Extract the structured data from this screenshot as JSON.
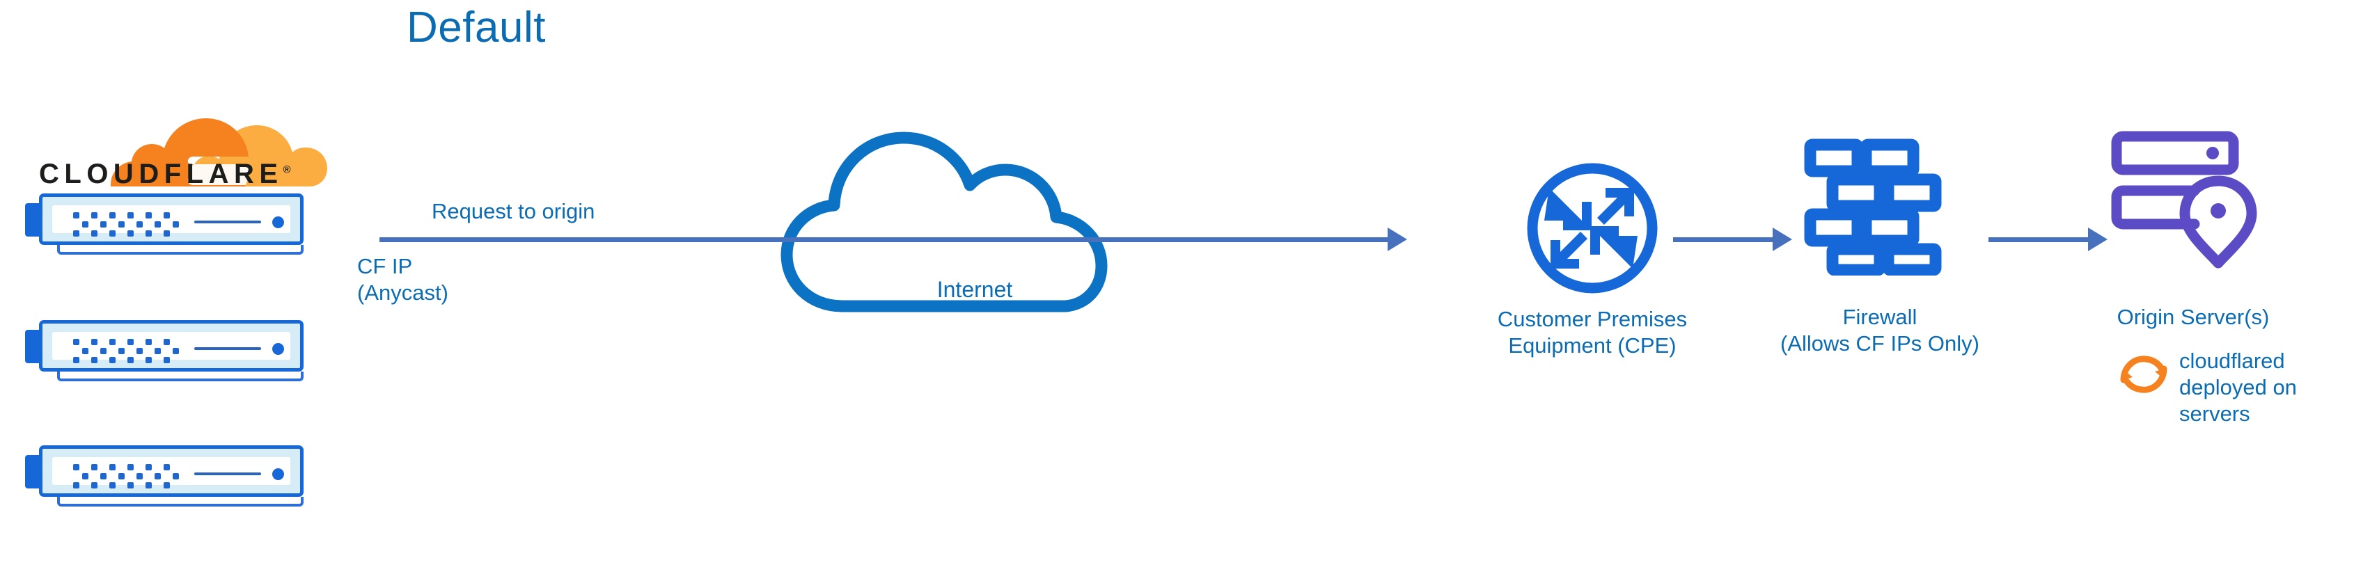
{
  "title": "Default",
  "brand": {
    "name": "CLOUDFLARE",
    "registered_mark": "®",
    "logo_color_primary": "#F6821F",
    "logo_color_secondary": "#FBAD41",
    "wordmark_color": "#1d1d1b"
  },
  "colors": {
    "label_blue": "#0b6cb4",
    "icon_blue": "#1668d8",
    "connector_blue": "#4771bd",
    "origin_purple": "#5b4bc4",
    "cloudflared_orange": "#F6821F",
    "server_body": "#d6ecf7"
  },
  "flow_labels": {
    "request": "Request to origin",
    "cf_ip_line1": "CF IP",
    "cf_ip_line2": "(Anycast)"
  },
  "nodes": {
    "edge": {
      "icon": "server-rack-icon",
      "count": 3
    },
    "internet": {
      "icon": "cloud-icon",
      "label": "Internet"
    },
    "cpe": {
      "icon": "router-icon",
      "label_line1": "Customer Premises",
      "label_line2": "Equipment (CPE)"
    },
    "firewall": {
      "icon": "brick-wall-icon",
      "label_line1": "Firewall",
      "label_line2": "(Allows CF IPs Only)"
    },
    "origin": {
      "icon": "server-pin-icon",
      "label": "Origin Server(s)",
      "note_icon": "sync-arrows-icon",
      "note_line1": "cloudflared",
      "note_line2": "deployed on",
      "note_line3": "servers"
    }
  },
  "connectors": [
    {
      "name": "edge-to-cpe",
      "direction": "right"
    },
    {
      "name": "cpe-to-firewall",
      "direction": "right"
    },
    {
      "name": "firewall-to-origin",
      "direction": "right"
    }
  ]
}
